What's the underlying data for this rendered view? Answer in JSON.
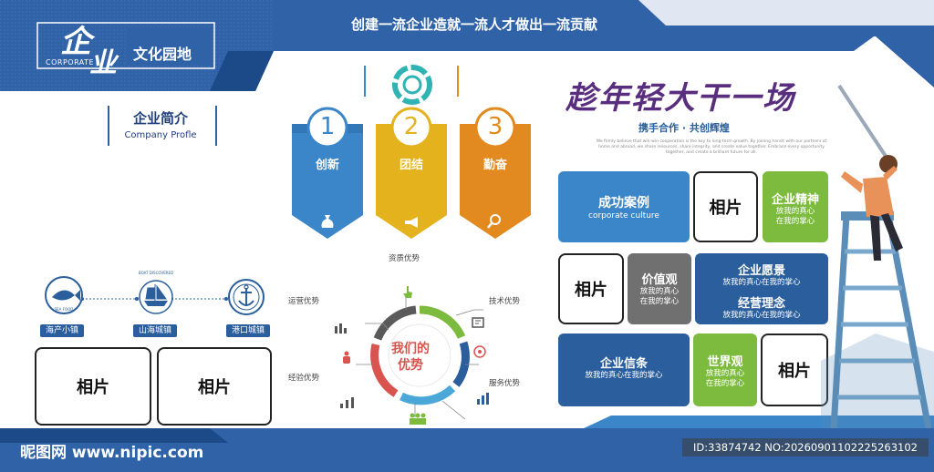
{
  "header": {
    "slogan": "创建一流企业造就一流人才做出一流贡献",
    "logo_char1": "企",
    "logo_char2": "业",
    "logo_en": "CORPORATE",
    "logo_title": "文化园地"
  },
  "intro": {
    "title_cn": "企业简介",
    "title_en": "Company Profle"
  },
  "pillars": [
    {
      "number": "1",
      "label": "创新",
      "color": "#3a86c8"
    },
    {
      "number": "2",
      "label": "团结",
      "color": "#e3b21c"
    },
    {
      "number": "3",
      "label": "勤奋",
      "color": "#e28a1f"
    }
  ],
  "towns": [
    {
      "label": "海产小镇",
      "badge": "SEA FOOD"
    },
    {
      "label": "山海城镇",
      "badge": "BOAT DISCOVERED"
    },
    {
      "label": "港口城镇",
      "badge": ""
    }
  ],
  "photo_label": "相片",
  "advantage": {
    "center": "我们的\n优势",
    "center_line1": "我们的",
    "center_line2": "优势",
    "labels": [
      "资质优势",
      "技术优势",
      "服务优势",
      "运营优势",
      "经验优势"
    ]
  },
  "art": {
    "main": "趁年轻大干一场",
    "sub": "携手合作 · 共创辉煌",
    "small": "We firmly believe that win-win cooperation is the key to long-term growth. By joining hands with our partners at home and abroad, we share resources, share integrity, and create value together. Embrace every opportunity together, and create a brilliant future for all."
  },
  "tiles": {
    "case_title": "成功案例",
    "case_en": "corporate culture",
    "spirit_title": "企业精神",
    "values_title": "价值观",
    "vision_title": "企业愿景",
    "mgmt_title": "经营理念",
    "creed_title": "企业信条",
    "world_title": "世界观",
    "desc_line1": "放我的真心",
    "desc_line2": "在我的掌心",
    "desc_long": "放我的真心在我的掌心"
  },
  "footer": {
    "site": "昵图网 www.nipic.com",
    "id": "ID:33874742 NO:20260901102225263102"
  },
  "colors": {
    "blue": "#2a5e9c",
    "light_blue": "#3a86c8",
    "green": "#7cbb3e",
    "gray": "#707070"
  }
}
